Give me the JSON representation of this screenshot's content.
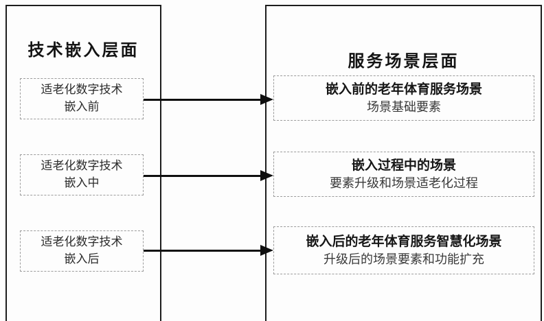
{
  "diagram": {
    "left_column": {
      "title": "技术嵌入层面",
      "boxes": [
        {
          "line1": "适老化数字技术",
          "line2": "嵌入前"
        },
        {
          "line1": "适老化数字技术",
          "line2": "嵌入中"
        },
        {
          "line1": "适老化数字技术",
          "line2": "嵌入后"
        }
      ]
    },
    "right_column": {
      "title": "服务场景层面",
      "boxes": [
        {
          "title": "嵌入前的老年体育服务场景",
          "subtitle": "场景基础要素"
        },
        {
          "title": "嵌入过程中的场景",
          "subtitle": "要素升级和场景适老化过程"
        },
        {
          "title": "嵌入后的老年体育服务智慧化场景",
          "subtitle": "升级后的场景要素和功能扩充"
        }
      ]
    },
    "colors": {
      "panel_border": "#1c1c1c",
      "dashed_border": "#9b9b9b",
      "arrow": "#0f0f0f",
      "text": "#1a1a1a"
    }
  }
}
